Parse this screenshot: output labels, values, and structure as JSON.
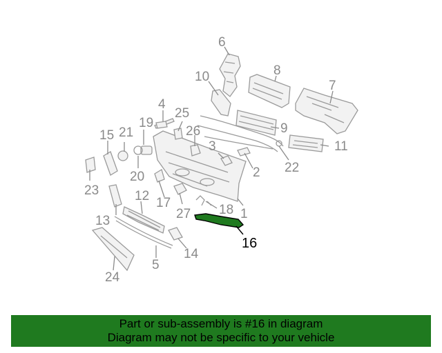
{
  "diagram": {
    "highlight_color": "#1f7a1f",
    "highlighted_part": "16",
    "callouts": [
      "1",
      "2",
      "3",
      "4",
      "5",
      "6",
      "7",
      "8",
      "9",
      "10",
      "11",
      "12",
      "13",
      "14",
      "15",
      "16",
      "17",
      "18",
      "19",
      "20",
      "21",
      "22",
      "23",
      "24",
      "25",
      "26",
      "27"
    ]
  },
  "banner": {
    "line1": "Part or sub-assembly is #16 in diagram",
    "line2": "Diagram may not be specific to your vehicle",
    "background": "#1f7a1f"
  }
}
